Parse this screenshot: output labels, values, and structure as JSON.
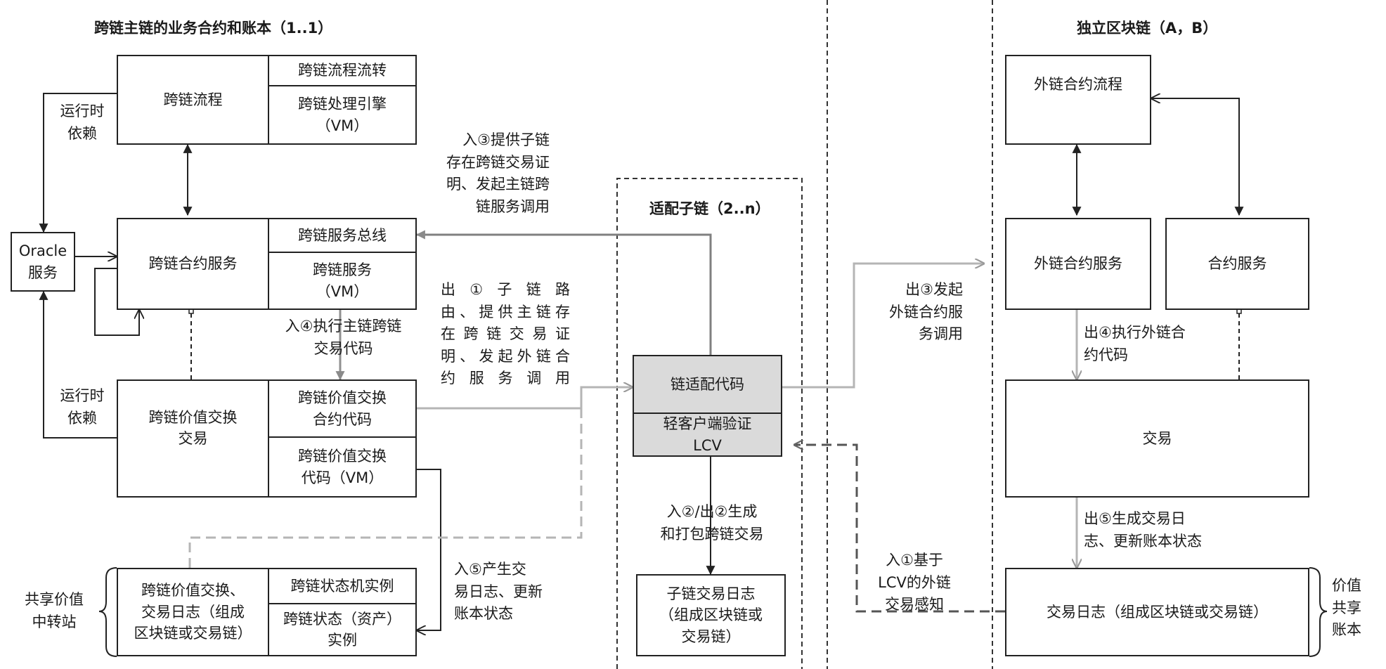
{
  "regions": {
    "main_chain": "跨链主链的业务合约和账本（1..1）",
    "adapter_chain": "适配子链（2..n）",
    "independent_chain": "独立区块链（A，B）"
  },
  "main": {
    "flow": {
      "name": "跨链流程",
      "items": [
        "跨链流程流转",
        "跨链处理引擎\n（VM）"
      ]
    },
    "service": {
      "name": "跨链合约服务",
      "items": [
        "跨链服务总线",
        "跨链服务\n（VM）"
      ]
    },
    "value": {
      "name": "跨链价值交换\n交易",
      "items": [
        "跨链价值交换\n合约代码",
        "跨链价值交换\n代码（VM）"
      ]
    },
    "shared": {
      "name": "跨链价值交换、\n交易日志（组成\n区块链或交易链）",
      "items": [
        "跨链状态机实例",
        "跨链状态（资产）\n实例"
      ]
    },
    "oracle": "Oracle\n服务",
    "runtime_dep_top": "运行时\n依赖",
    "runtime_dep_bottom": "运行时\n依赖",
    "shared_station": "共享价值\n中转站"
  },
  "adapter": {
    "code": "链适配代码",
    "lcv": "轻客户端验证\nLCV",
    "log": "子链交易日志\n（组成区块链或\n交易链）"
  },
  "external": {
    "flow": "外链合约流程",
    "ext_service": "外链合约服务",
    "service": "合约服务",
    "tx": "交易",
    "log": "交易日志（组成区块链或交易链）",
    "ledger": "价值\n共享\n账本"
  },
  "arrows": {
    "in3": "入③提供子链\n存在跨链交易证\n明、发起主链跨\n链服务调用",
    "out1": "出①子链路\n由、提供主链存\n在跨链交易证\n明、发起外链合\n约服务调用",
    "in4": "入④执行主链跨链\n交易代码",
    "in5": "入⑤产生交\n易日志、更新\n账本状态",
    "in2out2": "入②/出②生成\n和打包跨链交易",
    "out3": "出③发起\n外链合约服\n务调用",
    "out4": "出④执行外链合\n约代码",
    "out5": "出⑤生成交易日\n志、更新账本状态",
    "in1": "入①基于\nLCV的外链\n交易感知"
  },
  "colors": {
    "line": "#222222",
    "gray_line": "#a3a3a3",
    "fill": "#dadada"
  }
}
